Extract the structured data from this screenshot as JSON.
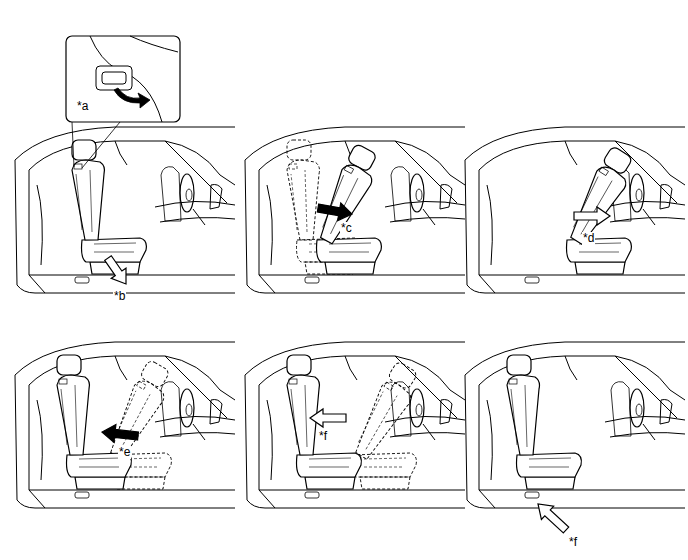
{
  "diagram": {
    "labels": [
      "*a",
      "*b",
      "*c",
      "*d",
      "*e",
      "*f",
      "*f"
    ]
  }
}
